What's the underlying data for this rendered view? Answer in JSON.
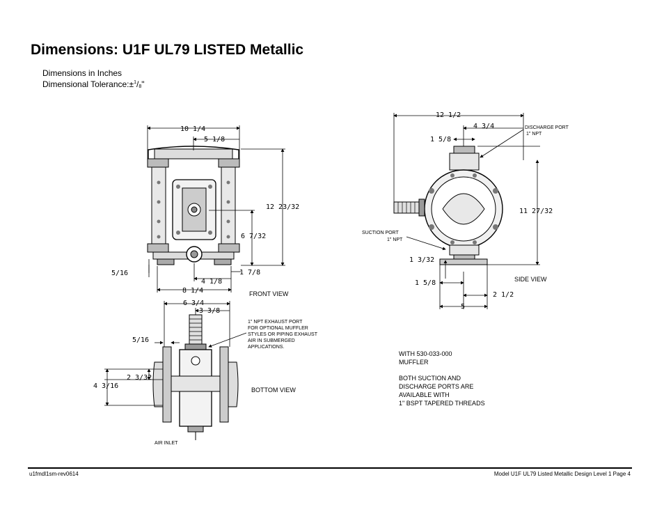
{
  "page": {
    "title": "Dimensions: U1F UL79 LISTED Metallic",
    "units_line": "Dimensions in Inches",
    "tolerance_prefix": "Dimensional Tolerance:±",
    "tolerance_num": "1",
    "tolerance_den": "8",
    "tolerance_suffix": "\""
  },
  "front_view": {
    "label": "FRONT VIEW",
    "dims": {
      "width_overall": "10 1/4",
      "center_offset": "5 1/8",
      "height_overall": "12 23/32",
      "port_height": "6 7/32",
      "foot_thickness": "5/16",
      "foot_offset": "1 7/8",
      "foot_half": "4 1/8",
      "foot_span": "8 1/4"
    }
  },
  "bottom_view": {
    "label": "BOTTOM VIEW",
    "air_inlet": "AIR INLET",
    "exhaust_note": [
      "1\" NPT EXHAUST PORT",
      "FOR OPTIONAL MUFFLER",
      "STYLES OR PIPING EXHAUST",
      "AIR IN SUBMERGED",
      "APPLICATIONS."
    ],
    "dims": {
      "width": "6 3/4",
      "half_width": "3 3/8",
      "flange": "5/16",
      "inner": "2 3/32",
      "outer": "4 3/16"
    }
  },
  "side_view": {
    "label": "SIDE VIEW",
    "discharge_port": [
      "DISCHARGE PORT",
      "1\" NPT"
    ],
    "suction_port": [
      "SUCTION PORT",
      "1\" NPT"
    ],
    "dims": {
      "width_overall": "12 1/2",
      "discharge_offset": "4 3/4",
      "discharge_left": "1 5/8",
      "height_overall": "11 27/32",
      "suction_height": "1 3/32",
      "suction_offset": "1 5/8",
      "base_half": "2 1/2",
      "base_width": "5"
    }
  },
  "notes": [
    "WITH 530-033-000",
    "MUFFLER",
    "",
    "BOTH SUCTION AND",
    "DISCHARGE PORTS ARE",
    "AVAILABLE WITH",
    "1\" BSPT TAPERED THREADS"
  ],
  "footer": {
    "doc_code": "u1fmdl1sm-rev0614",
    "page_info": "Model U1F UL79 Listed Metallic Design Level 1   Page 4"
  }
}
